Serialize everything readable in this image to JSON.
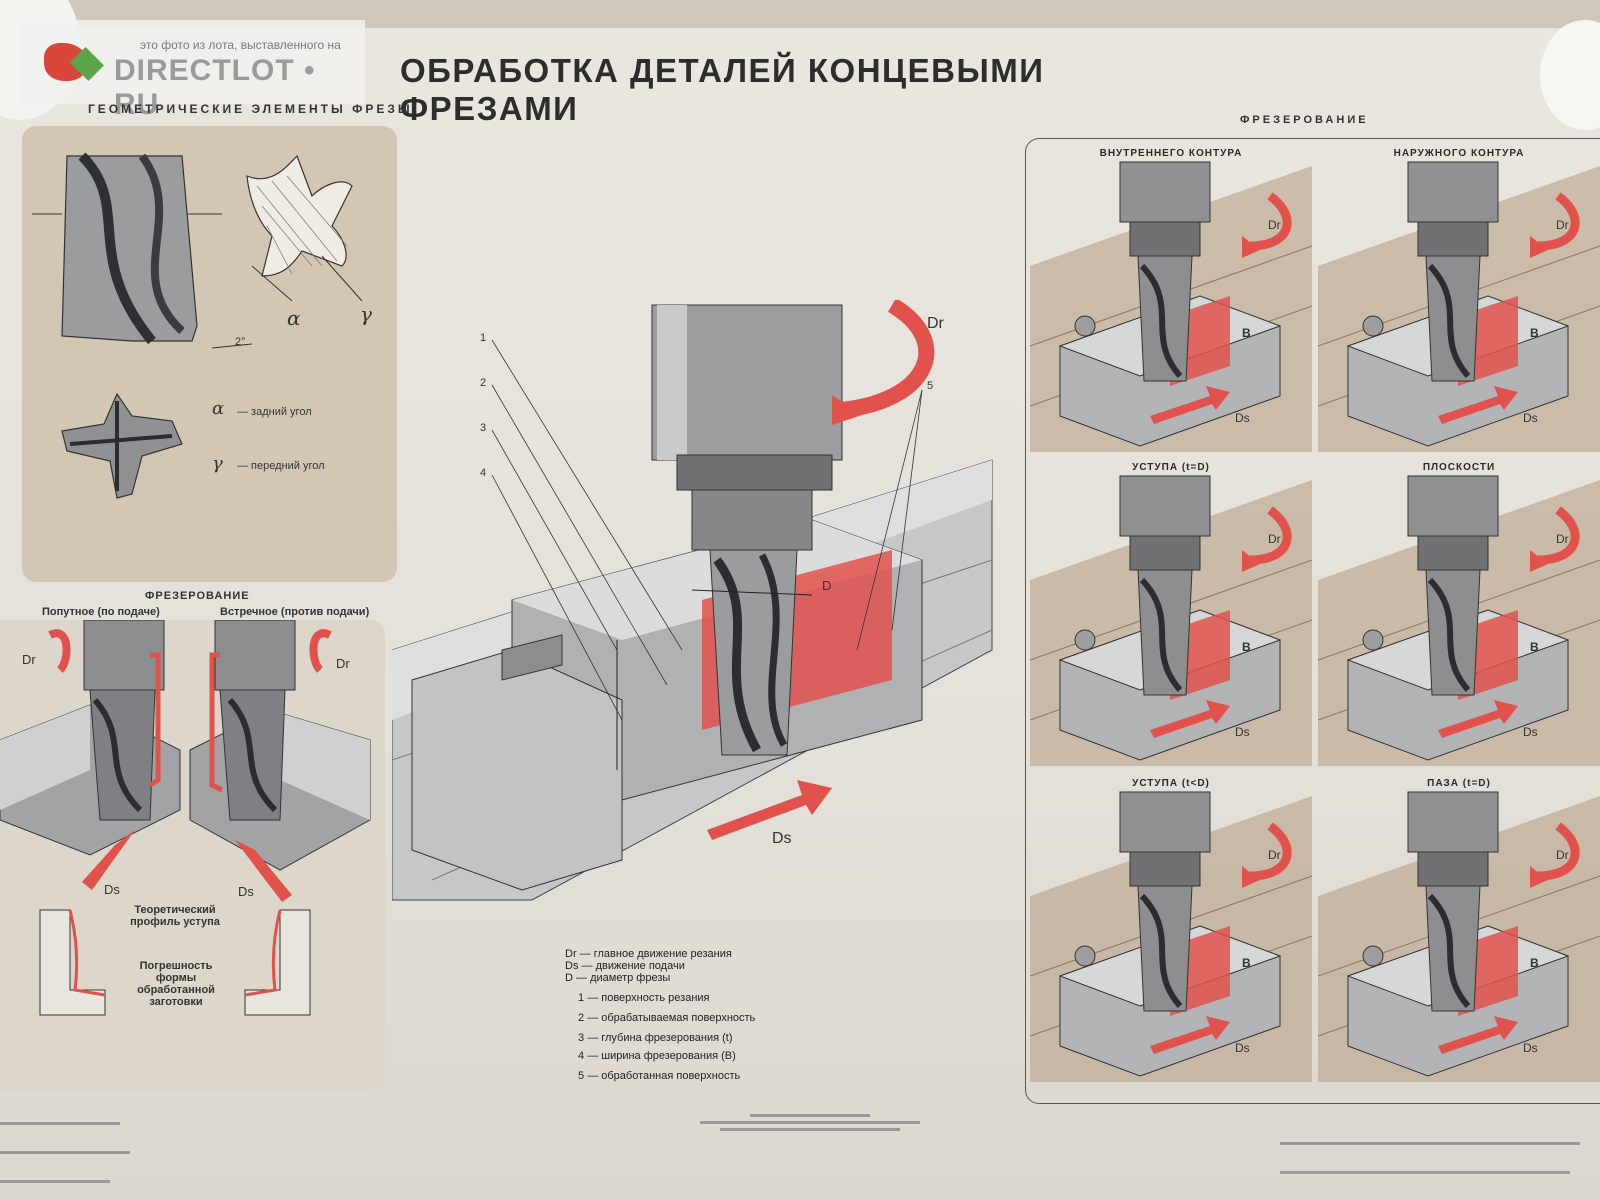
{
  "watermark": {
    "caption": "это фото из лота, выставленного на",
    "brand": "DIRECTLOT • RU"
  },
  "title": "ОБРАБОТКА ДЕТАЛЕЙ КОНЦЕВЫМИ ФРЕЗАМИ",
  "geometry": {
    "heading": "ГЕОМЕТРИЧЕСКИЕ ЭЛЕМЕНТЫ ФРЕЗЫ",
    "angle_2deg": "2°",
    "alpha_symbol": "α",
    "gamma_symbol": "γ",
    "alpha_desc": "— задний угол",
    "gamma_desc": "— передний угол"
  },
  "milling_modes": {
    "heading": "ФРЕЗЕРОВАНИЕ",
    "climb": "Попутное (по подаче)",
    "conventional": "Встречное (против подачи)",
    "dr": "Dr",
    "ds": "Ds",
    "theoretical_profile": "Теоретический профиль уступа",
    "form_error": "Погрешность формы обработанной заготовки"
  },
  "center": {
    "numbers": [
      "1",
      "2",
      "3",
      "4",
      "5"
    ],
    "dr": "Dr",
    "ds": "Ds",
    "d": "D"
  },
  "legend": [
    {
      "key": "Dr",
      "text": "— главное движение резания"
    },
    {
      "key": "Ds",
      "text": "— движение подачи"
    },
    {
      "key": "D",
      "text": "— диаметр фрезы"
    },
    {
      "key": "1",
      "text": "— поверхность резания"
    },
    {
      "key": "2",
      "text": "— обрабатываемая поверхность"
    },
    {
      "key": "3",
      "text": "— глубина фрезерования (t)"
    },
    {
      "key": "4",
      "text": "— ширина фрезерования (B)"
    },
    {
      "key": "5",
      "text": "— обработанная поверхность"
    }
  ],
  "right_panel": {
    "heading": "ФРЕЗЕРОВАНИЕ",
    "cells": [
      {
        "label": "ВНУТРЕННЕГО КОНТУРА"
      },
      {
        "label": "НАРУЖНОГО КОНТУРА"
      },
      {
        "label": "УСТУПА (t=D)"
      },
      {
        "label": "ПЛОСКОСТИ"
      },
      {
        "label": "УСТУПА (t<D)"
      },
      {
        "label": "ПАЗА (t=D)"
      }
    ],
    "dr": "Dr",
    "ds": "Ds",
    "b": "B",
    "t": "t",
    "d": "D"
  },
  "colors": {
    "accent_red": "#e2524d",
    "metal": "#8f9193",
    "panel_tan": "#d3c7b4",
    "table_brown": "#b49a80"
  }
}
